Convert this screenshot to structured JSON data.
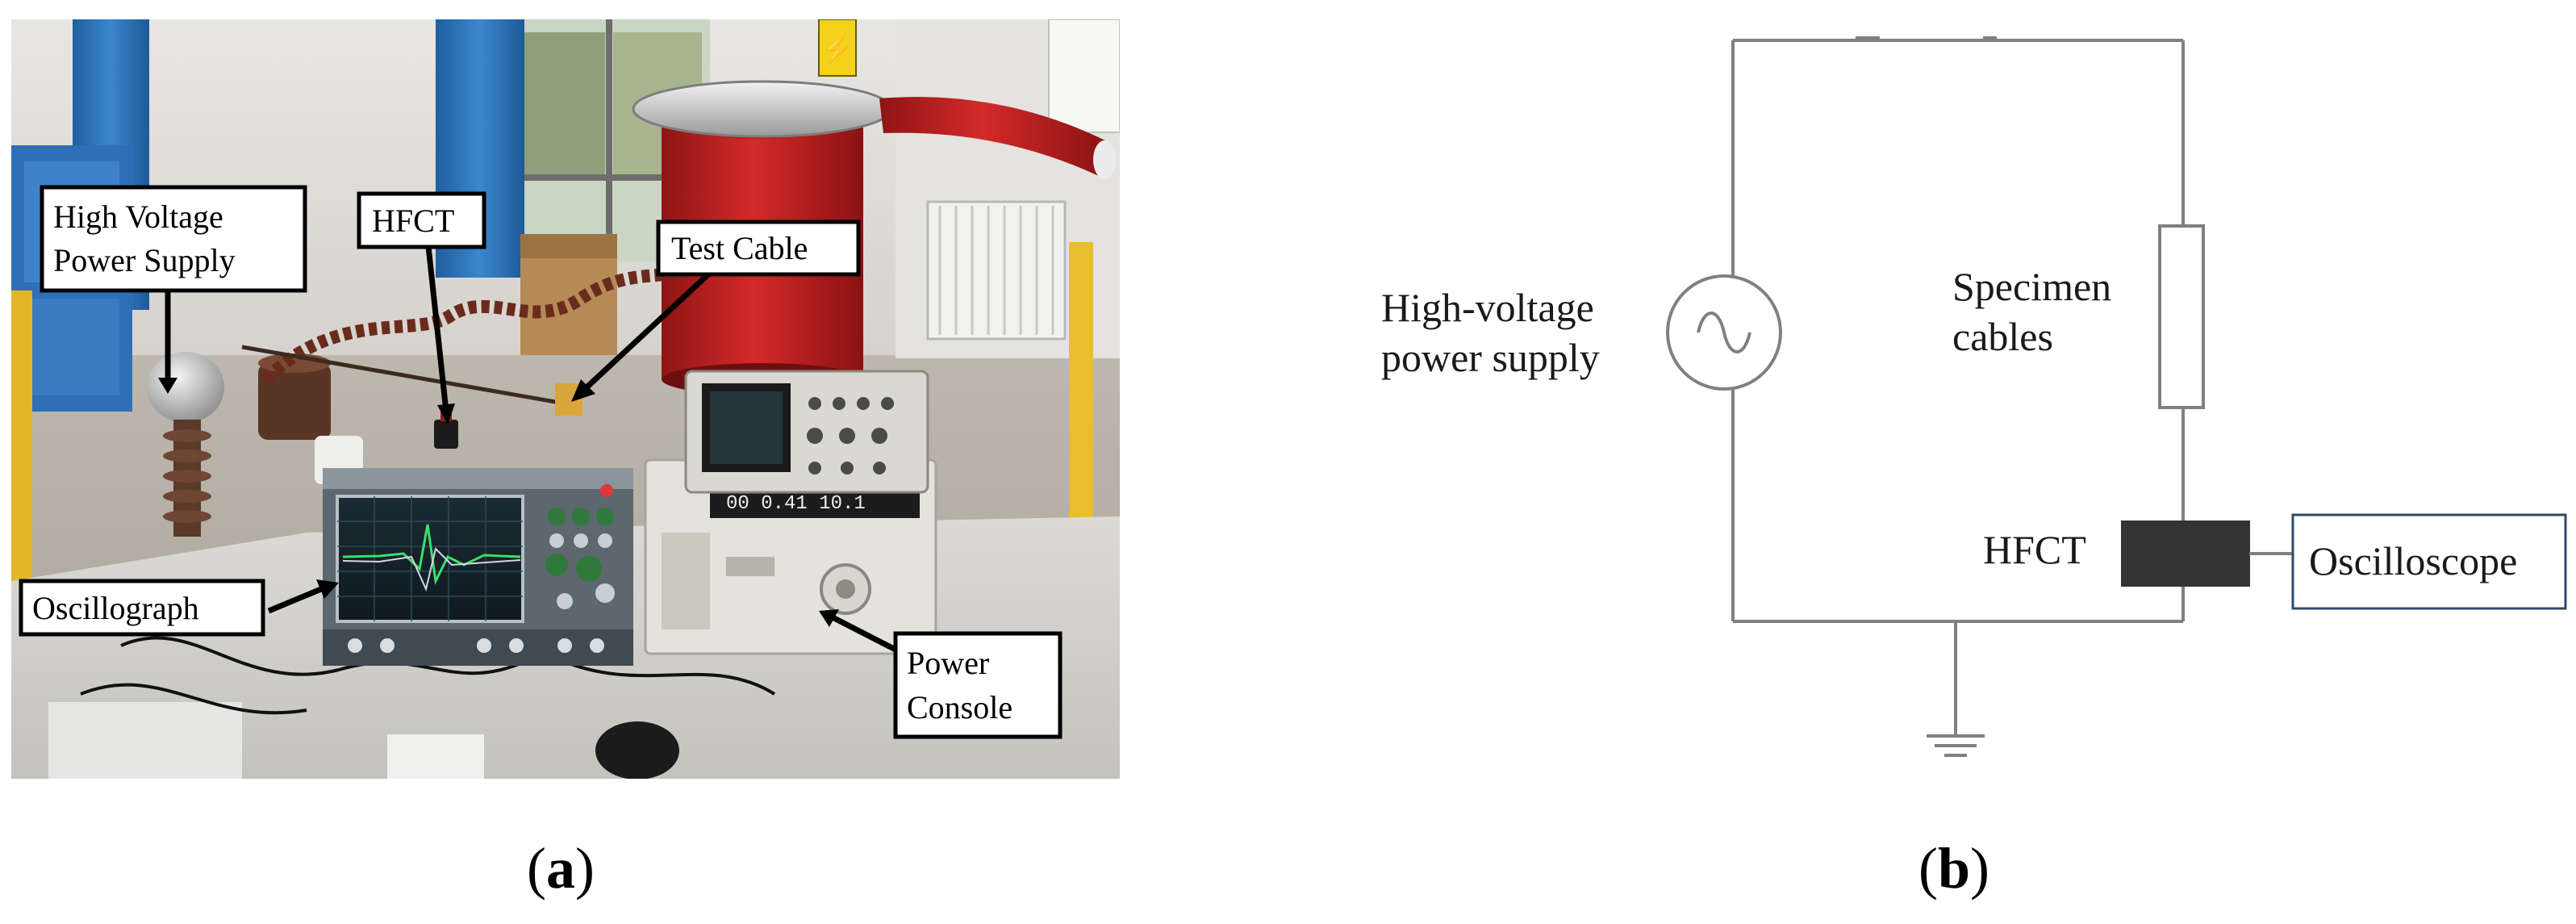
{
  "photo": {
    "labels": {
      "hv_supply_line1": "High Voltage",
      "hv_supply_line2": "Power Supply",
      "hfct": "HFCT",
      "test_cable": "Test Cable",
      "oscillograph": "Oscillograph",
      "power_console_line1": "Power",
      "power_console_line2": "Console"
    },
    "warning_sign_symbol": "⚡"
  },
  "circuit": {
    "source_label_line1": "High-voltage",
    "source_label_line2": "power supply",
    "specimen_label_line1": "Specimen",
    "specimen_label_line2": "cables",
    "hfct_label": "HFCT",
    "oscilloscope_label": "Oscilloscope"
  },
  "captions": {
    "a": {
      "open": "(",
      "letter": "a",
      "close": ")"
    },
    "b": {
      "open": "(",
      "letter": "b",
      "close": ")"
    }
  },
  "colors": {
    "label_border": "#000000",
    "circuit_line": "#808080",
    "hfct_block": "#333333",
    "oscilloscope_border": "#2e4a66"
  }
}
